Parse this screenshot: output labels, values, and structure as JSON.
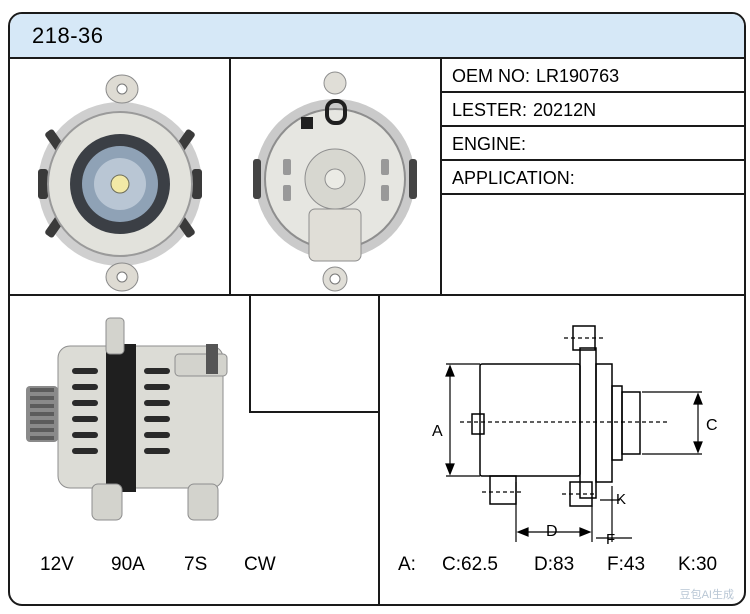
{
  "header": {
    "title": "218-36",
    "color": "#d6e8f7"
  },
  "info": {
    "oem_label": "OEM NO:",
    "oem_value": "LR190763",
    "lester_label": "LESTER:",
    "lester_value": "20212N",
    "engine_label": "ENGINE:",
    "engine_value": "",
    "application_label": "APPLICATION:",
    "application_value": ""
  },
  "specs": {
    "voltage": "12V",
    "amperage": "90A",
    "pulley": "7S",
    "rotation": "CW"
  },
  "dimensions": {
    "a_label": "A:",
    "a_value": "",
    "c_label": "C:",
    "c_value": "62.5",
    "d_label": "D:",
    "d_value": "83",
    "f_label": "F:",
    "f_value": "43",
    "k_label": "K:",
    "k_value": "30"
  },
  "diagram_labels": {
    "a": "A",
    "c": "C",
    "d": "D",
    "f": "F",
    "k": "K"
  },
  "watermark": "豆包AI生成"
}
